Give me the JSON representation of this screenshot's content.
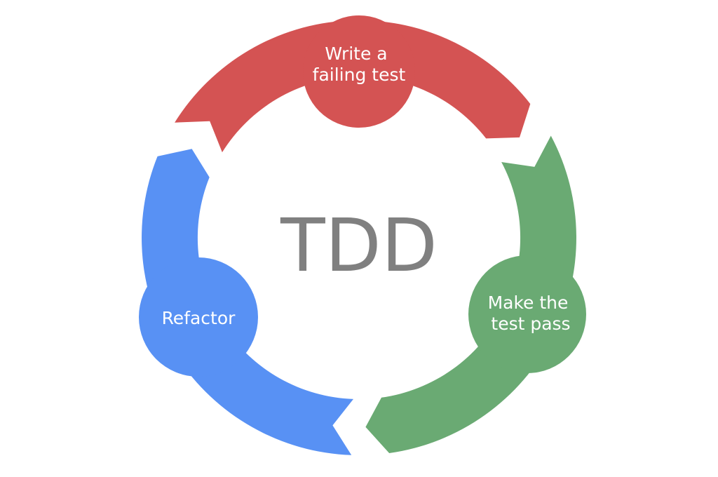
{
  "diagram": {
    "center_label": "TDD",
    "steps": [
      {
        "line1": "Write a",
        "line2": "failing test",
        "color": "#d45353"
      },
      {
        "line1": "Make the",
        "line2": "test pass",
        "color": "#6aaa73"
      },
      {
        "line1": "Refactor",
        "line2": "",
        "color": "#5891f4"
      }
    ]
  }
}
